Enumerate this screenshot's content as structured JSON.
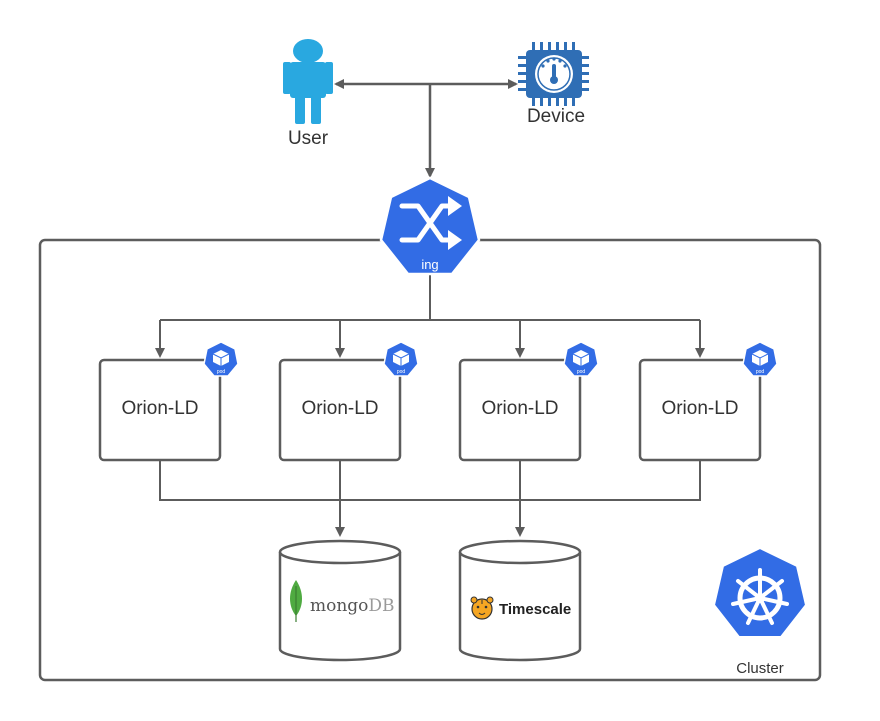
{
  "actors": {
    "user_label": "User",
    "device_label": "Device"
  },
  "ingress": {
    "label": "ing"
  },
  "pods": [
    {
      "label": "Orion-LD",
      "badge": "pod"
    },
    {
      "label": "Orion-LD",
      "badge": "pod"
    },
    {
      "label": "Orion-LD",
      "badge": "pod"
    },
    {
      "label": "Orion-LD",
      "badge": "pod"
    }
  ],
  "databases": {
    "mongo": {
      "part1": "mongo",
      "part2": "DB"
    },
    "timescale": {
      "label": "Timescale"
    }
  },
  "cluster": {
    "label": "Cluster"
  },
  "colors": {
    "k8s_blue": "#326CE5",
    "user_blue": "#29A8E0",
    "device_blue": "#2F6EB5",
    "line": "#5c5c5c",
    "mongo_green": "#4FAA41",
    "mongo_gray": "#8a8a8a",
    "tiger_orange": "#F5A623"
  }
}
